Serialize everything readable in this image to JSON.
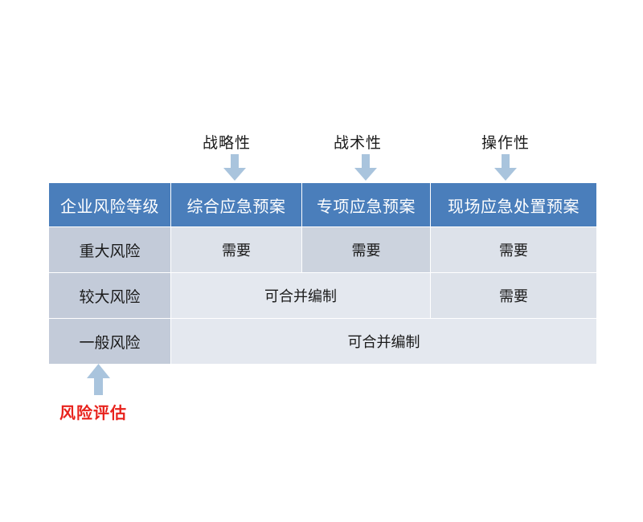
{
  "figure": {
    "background_color": "#ffffff",
    "header_color": "#4a7ebb",
    "rowhead_color": "#c3cbd9",
    "cell_color": "#dde2ea",
    "cell_highlight_color": "#ccd3de",
    "arrow_color": "#a9c4dd",
    "annotation_red_color": "#e8221c"
  },
  "top_annotations": [
    {
      "label": "战略性",
      "icon": "arrow-down-icon"
    },
    {
      "label": "战术性",
      "icon": "arrow-down-icon"
    },
    {
      "label": "操作性",
      "icon": "arrow-down-icon"
    }
  ],
  "bottom_annotation": {
    "label": "风险评估",
    "icon": "arrow-up-icon"
  },
  "table": {
    "headers": [
      "企业风险等级",
      "综合应急预案",
      "专项应急预案",
      "现场应急处置预案"
    ],
    "rows": [
      {
        "level": "重大风险",
        "cells": [
          {
            "text": "需要",
            "highlight": false
          },
          {
            "text": "需要",
            "highlight": true
          },
          {
            "text": "需要",
            "highlight": false
          }
        ]
      },
      {
        "level": "较大风险",
        "cells": [
          {
            "text": "可合并编制",
            "highlight": false,
            "colspan": 2
          },
          {
            "text": "需要",
            "highlight": false
          }
        ]
      },
      {
        "level": "一般风险",
        "cells": [
          {
            "text": "可合并编制",
            "highlight": false,
            "colspan": 3
          }
        ]
      }
    ]
  }
}
